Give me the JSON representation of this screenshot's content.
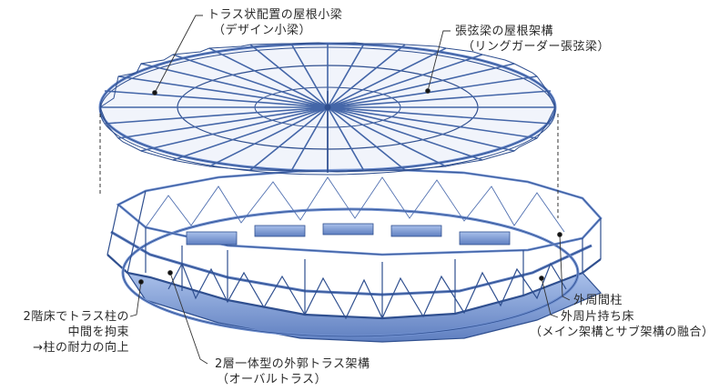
{
  "diagram": {
    "type": "exploded-axonometric-structural-frame",
    "colors": {
      "steel_fill": "#6f8fcf",
      "steel_light": "#a9c0ea",
      "steel_edge": "#2f4f8f",
      "leader_line": "#333333",
      "text": "#2a2a2a"
    },
    "labels": {
      "roof_purlins": {
        "line1": "トラス状配置の屋根小梁",
        "line2": "（デザイン小梁）"
      },
      "roof_frame": {
        "line1": "張弦梁の屋根架構",
        "line2": "（リングガーダー張弦梁）"
      },
      "second_floor": {
        "line1": "2階床でトラス柱の",
        "line2": "中間を拘束",
        "line3": "→柱の耐力の向上"
      },
      "outer_truss": {
        "line1": "2層一体型の外郭トラス架構",
        "line2": "（オーバルトラス）"
      },
      "outer_column": {
        "line1": "外周間柱"
      },
      "cantilever_floor": {
        "line1": "外周片持ち床",
        "line2": "（メイン架構とサブ架構の融合）"
      }
    }
  }
}
